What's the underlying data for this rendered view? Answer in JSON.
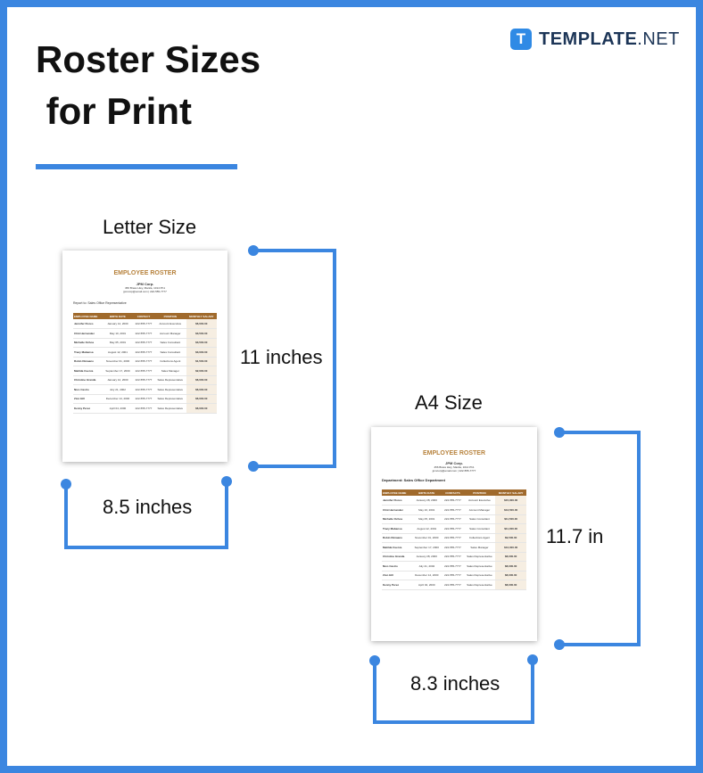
{
  "title": {
    "line1": "Roster Sizes",
    "line2": " for Print"
  },
  "logo": {
    "mark": "T",
    "bold": "TEMPLATE",
    "rest": ".NET"
  },
  "letter": {
    "label": "Letter Size",
    "height_label": "11 inches",
    "width_label": "8.5 inches",
    "doc": {
      "title": "EMPLOYEE ROSTER",
      "company": "JPM Corp.",
      "address": "456 Brass Hwy, Manila, 1014 Ph1",
      "contact": "jpmcorp@email.com | 222-555-7777",
      "report": "Report to: Sales Office Representative",
      "headers": [
        "EMPLOYEE NAME",
        "BIRTH DATE",
        "CONTACT",
        "POSITION",
        "MONTHLY SALARY"
      ],
      "rows": [
        [
          "Jennifer Flores",
          "January 12, 2000",
          "222-555-7777",
          "Account Executive",
          "$6,000.00"
        ],
        [
          "Clint Hernandez",
          "May 10, 2001",
          "222-555-7777",
          "Account Manager",
          "$3,500.00"
        ],
        [
          "Michelle Ochoa",
          "May 05, 2001",
          "222-555-7777",
          "Sales Consultant",
          "$3,500.00"
        ],
        [
          "Tracy Mabansa",
          "August 12, 2001",
          "222-555-7777",
          "Sales Consultant",
          "$3,000.00"
        ],
        [
          "Robin Dimaano",
          "November 01, 2000",
          "222-555-7777",
          "Collections Agent",
          "$1,500.00"
        ],
        [
          "Matilda Cuerva",
          "September 17, 2000",
          "222-555-7777",
          "Sales Manager",
          "$2,000.00"
        ],
        [
          "Christine Granda",
          "January 12, 2000",
          "222-555-7777",
          "Sales Representative",
          "$6,000.00"
        ],
        [
          "Nico Castro",
          "July 21, 2002",
          "222-555-7777",
          "Sales Representative",
          "$6,000.00"
        ],
        [
          "Zion Hill",
          "December 14, 2000",
          "222-555-7777",
          "Sales Representative",
          "$6,000.00"
        ],
        [
          "Kenny Perez",
          "April 04, 2000",
          "222-555-7777",
          "Sales Representative",
          "$6,000.00"
        ]
      ]
    }
  },
  "a4": {
    "label": "A4 Size",
    "height_label": "11.7 in",
    "width_label": "8.3 inches",
    "doc": {
      "title": "EMPLOYEE ROSTER",
      "company": "JPM Corp.",
      "address": "456 Brass Hwy, Manila, 1014 Ph1",
      "contact": "jpmcorp@email.com | 222-555-7777",
      "report": "Department: Sales Office Department",
      "headers": [
        "EMPLOYEE NAME",
        "BIRTH DATE",
        "CONTACTS",
        "POSITION",
        "MONTHLY SALARY"
      ],
      "rows": [
        [
          "Jennifer Flores",
          "January 28, 2000",
          "222-555-7777",
          "Account Executive",
          "$15,000.00"
        ],
        [
          "Clint Hernandez",
          "May 10, 2001",
          "222-555-7777",
          "Account Manager",
          "$13,500.00"
        ],
        [
          "Michelle Ochoa",
          "May 05, 2001",
          "222-555-7777",
          "Sales Consultant",
          "$11,500.00"
        ],
        [
          "Tracy Mabansa",
          "August 12, 2001",
          "222-555-7777",
          "Sales Consultant",
          "$11,000.00"
        ],
        [
          "Robin Dimaano",
          "November 01, 2000",
          "222-555-7777",
          "Collections Agent",
          "$9,500.00"
        ],
        [
          "Matilda Cuerva",
          "September 17, 2000",
          "222-555-7777",
          "Sales Manager",
          "$12,000.00"
        ],
        [
          "Christine Granda",
          "January 28, 2000",
          "222-555-7777",
          "Sales Representative",
          "$8,000.00"
        ],
        [
          "Nico Castro",
          "July 21, 2002",
          "222-555-7777",
          "Sales Representative",
          "$8,000.00"
        ],
        [
          "Zion Hill",
          "December 14, 2000",
          "222-555-7777",
          "Sales Representative",
          "$8,000.00"
        ],
        [
          "Kenny Perez",
          "April 04, 2000",
          "222-555-7777",
          "Sales Representative",
          "$8,000.00"
        ]
      ]
    }
  },
  "colors": {
    "accent": "#3b86e0",
    "header": "#a06a2c",
    "doc_title": "#b7823c"
  }
}
